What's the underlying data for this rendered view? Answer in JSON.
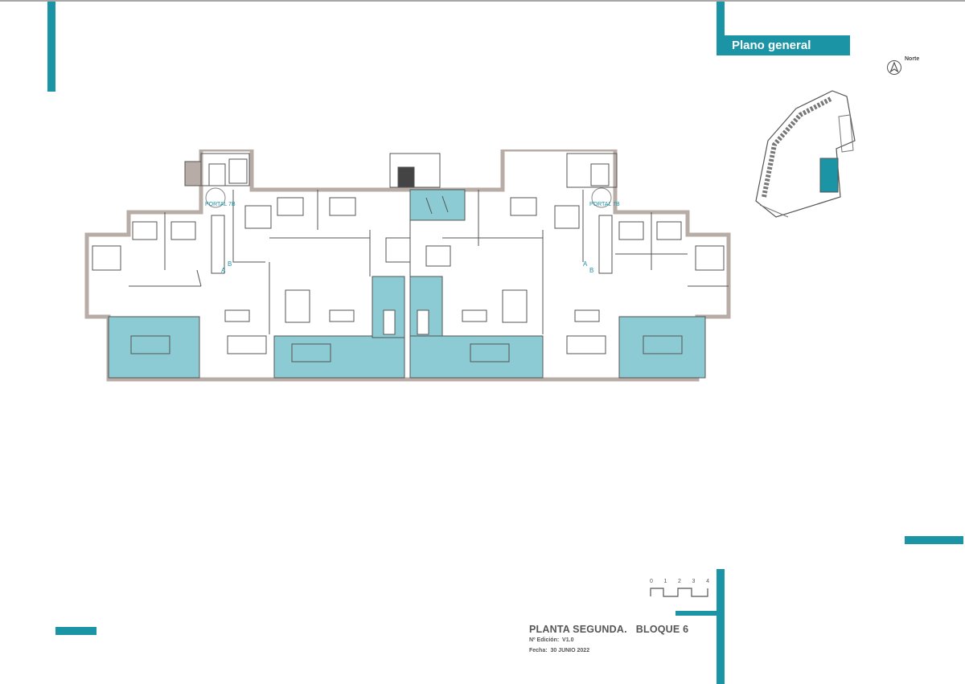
{
  "sheet": {
    "header_label": "Plano general",
    "north_label": "Norte",
    "title": "PLANTA SEGUNDA.   BLOQUE 6",
    "edition_label": "Nº Edición:",
    "edition_value": "V1.0",
    "date_label": "Fecha:",
    "date_value": "30 JUNIO 2022",
    "edition_line": "Nº Edición:  V1.0",
    "date_line": "Fecha:  30 JUNIO 2022",
    "scale_ticks": [
      "0",
      "1",
      "2",
      "3",
      "4"
    ]
  },
  "floor_plan": {
    "portal_labels": [
      "PORTAL 7B",
      "PORTAL 7B"
    ],
    "door_labels_left": [
      "A",
      "B"
    ],
    "door_labels_right": [
      "A",
      "B"
    ]
  },
  "colors": {
    "accent": "#1b95a5",
    "terrace": "#8ccbd4",
    "wall": "#b8aca7",
    "line": "#555555"
  }
}
